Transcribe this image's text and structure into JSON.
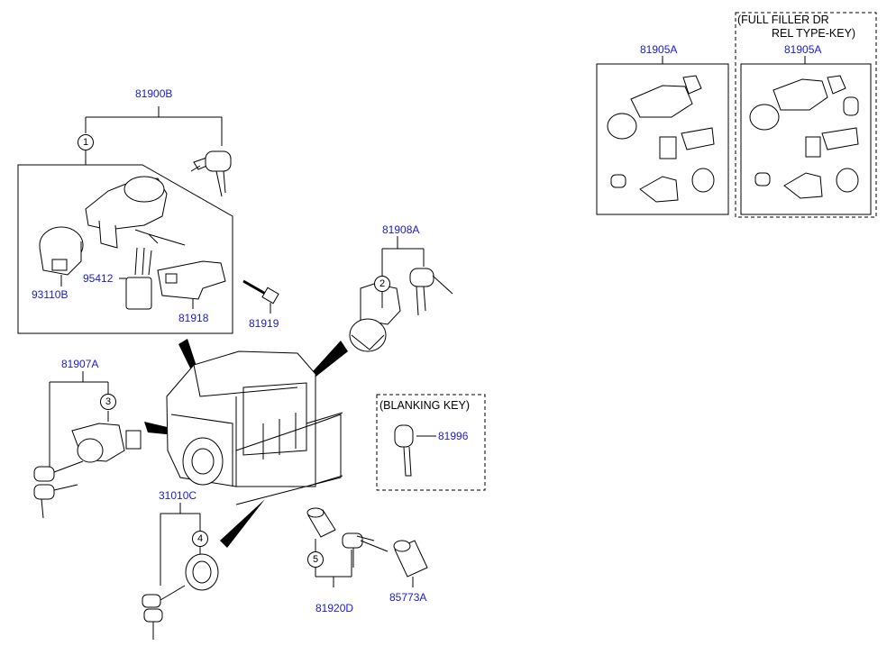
{
  "part_labels": {
    "p81900B": "81900B",
    "p93110B": "93110B",
    "p95412": "95412",
    "p81918": "81918",
    "p81919": "81919",
    "p81908A": "81908A",
    "p81907A": "81907A",
    "p31010C": "31010C",
    "p81920D": "81920D",
    "p85773A": "85773A",
    "p81996": "81996",
    "p81905A_left": "81905A",
    "p81905A_right": "81905A"
  },
  "callouts": {
    "c1": "1",
    "c2": "2",
    "c3": "3",
    "c4": "4",
    "c5": "5"
  },
  "notes": {
    "full_filler_line1": "(FULL FILLER DR",
    "full_filler_line2": "REL TYPE-KEY)",
    "blanking_key": "(BLANKING KEY)"
  },
  "colors": {
    "link": "#1a1acc",
    "line": "#000000",
    "background": "#ffffff"
  }
}
